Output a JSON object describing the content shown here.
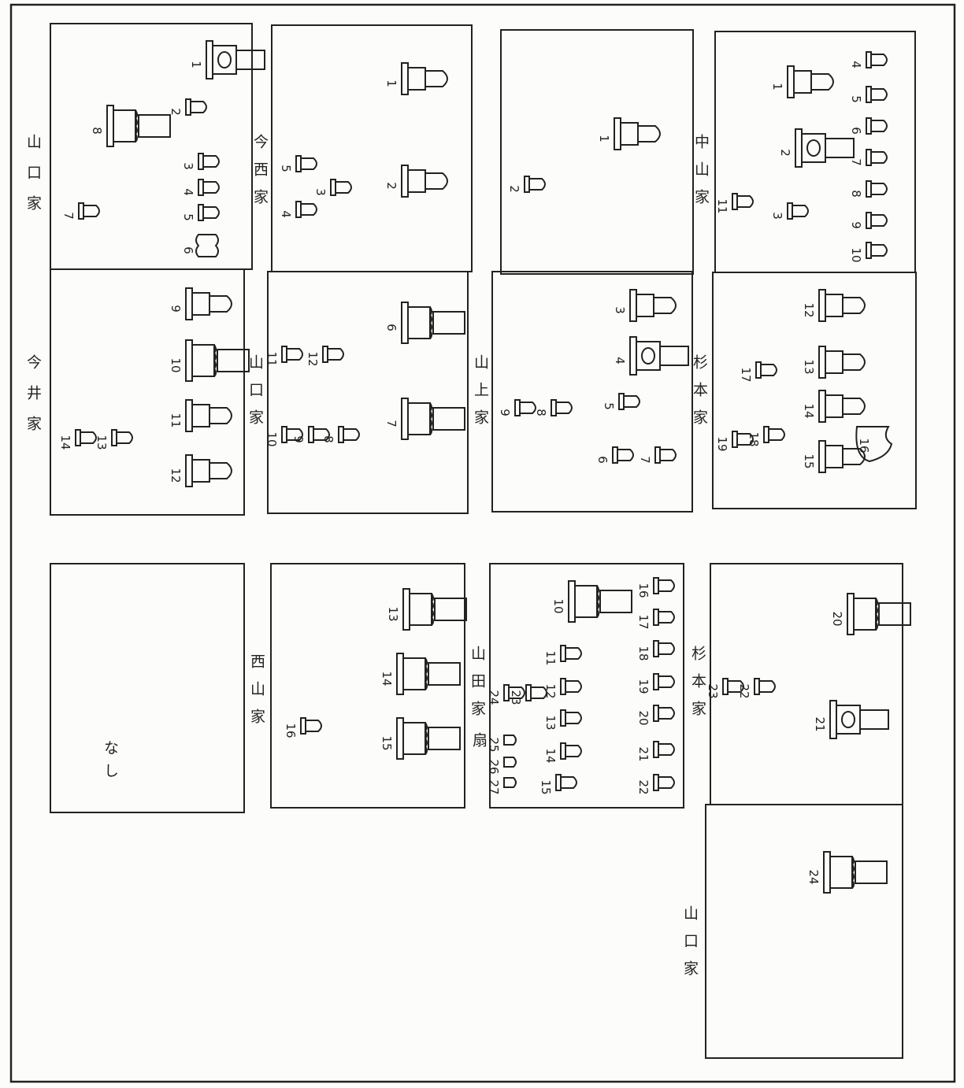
{
  "family_labels": {
    "c1_top": "山口家",
    "c1_bottom": "今井家",
    "c2_top": "今西家",
    "c2_bottom": "山口家",
    "c3_bottom": "山上家",
    "c4_top": "中山家",
    "c4_bottom": "杉本家",
    "c2_lower": "西山家",
    "c3_lower": "山田家",
    "c3_lower_alt": "扇",
    "c4_lower": "杉本家",
    "c4_foot": "山口家"
  },
  "empty_panel_note": "なし",
  "panels": [
    {
      "id": "c1-top",
      "stones": [
        {
          "n": "1",
          "kind": "lantern"
        },
        {
          "n": "2",
          "kind": "small"
        },
        {
          "n": "3",
          "kind": "small"
        },
        {
          "n": "4",
          "kind": "small"
        },
        {
          "n": "5",
          "kind": "small"
        },
        {
          "n": "6",
          "kind": "cloud"
        },
        {
          "n": "7",
          "kind": "small"
        },
        {
          "n": "8",
          "kind": "large"
        }
      ]
    },
    {
      "id": "c1-bottom",
      "stones": [
        {
          "n": "9",
          "kind": "medium"
        },
        {
          "n": "10",
          "kind": "large"
        },
        {
          "n": "11",
          "kind": "medium"
        },
        {
          "n": "12",
          "kind": "medium"
        },
        {
          "n": "13",
          "kind": "small"
        },
        {
          "n": "14",
          "kind": "small"
        }
      ]
    },
    {
      "id": "c2-top",
      "stones": [
        {
          "n": "1",
          "kind": "medium"
        },
        {
          "n": "2",
          "kind": "medium"
        },
        {
          "n": "3",
          "kind": "small"
        },
        {
          "n": "4",
          "kind": "small"
        },
        {
          "n": "5",
          "kind": "small"
        }
      ]
    },
    {
      "id": "c2-bottom",
      "stones": [
        {
          "n": "6",
          "kind": "large"
        },
        {
          "n": "7",
          "kind": "large"
        },
        {
          "n": "8",
          "kind": "small"
        },
        {
          "n": "9",
          "kind": "small"
        },
        {
          "n": "10",
          "kind": "small"
        },
        {
          "n": "11",
          "kind": "small"
        },
        {
          "n": "12",
          "kind": "small"
        }
      ]
    },
    {
      "id": "c3-top",
      "stones": [
        {
          "n": "1",
          "kind": "medium"
        },
        {
          "n": "2",
          "kind": "small"
        }
      ]
    },
    {
      "id": "c3-bottom",
      "stones": [
        {
          "n": "3",
          "kind": "medium"
        },
        {
          "n": "4",
          "kind": "lantern"
        },
        {
          "n": "5",
          "kind": "small"
        },
        {
          "n": "6",
          "kind": "small"
        },
        {
          "n": "7",
          "kind": "small"
        },
        {
          "n": "8",
          "kind": "small"
        },
        {
          "n": "9",
          "kind": "small"
        }
      ]
    },
    {
      "id": "c4-top",
      "stones": [
        {
          "n": "1",
          "kind": "medium"
        },
        {
          "n": "2",
          "kind": "lantern"
        },
        {
          "n": "3",
          "kind": "small"
        },
        {
          "n": "4",
          "kind": "small"
        },
        {
          "n": "5",
          "kind": "small"
        },
        {
          "n": "6",
          "kind": "small"
        },
        {
          "n": "7",
          "kind": "small"
        },
        {
          "n": "8",
          "kind": "small"
        },
        {
          "n": "9",
          "kind": "small"
        },
        {
          "n": "10",
          "kind": "small"
        },
        {
          "n": "11",
          "kind": "small"
        }
      ]
    },
    {
      "id": "c4-bottom",
      "stones": [
        {
          "n": "12",
          "kind": "medium"
        },
        {
          "n": "13",
          "kind": "medium"
        },
        {
          "n": "14",
          "kind": "medium"
        },
        {
          "n": "15",
          "kind": "medium"
        },
        {
          "n": "16",
          "kind": "boulder"
        },
        {
          "n": "17",
          "kind": "small"
        },
        {
          "n": "18",
          "kind": "small"
        },
        {
          "n": "19",
          "kind": "small"
        }
      ]
    },
    {
      "id": "c2-lower",
      "stones": [
        {
          "n": "13",
          "kind": "large"
        },
        {
          "n": "14",
          "kind": "large"
        },
        {
          "n": "15",
          "kind": "large"
        },
        {
          "n": "16",
          "kind": "small"
        }
      ]
    },
    {
      "id": "c3-lower",
      "stones": [
        {
          "n": "10",
          "kind": "large"
        },
        {
          "n": "11",
          "kind": "small"
        },
        {
          "n": "12",
          "kind": "small"
        },
        {
          "n": "13",
          "kind": "small"
        },
        {
          "n": "14",
          "kind": "small"
        },
        {
          "n": "15",
          "kind": "small"
        },
        {
          "n": "16",
          "kind": "small"
        },
        {
          "n": "17",
          "kind": "small"
        },
        {
          "n": "18",
          "kind": "small"
        },
        {
          "n": "19",
          "kind": "small"
        },
        {
          "n": "20",
          "kind": "small"
        },
        {
          "n": "21",
          "kind": "small"
        },
        {
          "n": "22",
          "kind": "small"
        },
        {
          "n": "23",
          "kind": "small"
        },
        {
          "n": "24",
          "kind": "small"
        },
        {
          "n": "25",
          "kind": "tiny"
        },
        {
          "n": "26",
          "kind": "tiny"
        },
        {
          "n": "27",
          "kind": "tiny"
        }
      ]
    },
    {
      "id": "c4-lower",
      "stones": [
        {
          "n": "20",
          "kind": "large"
        },
        {
          "n": "21",
          "kind": "lantern"
        },
        {
          "n": "22",
          "kind": "small"
        },
        {
          "n": "23",
          "kind": "small"
        }
      ]
    },
    {
      "id": "c4-foot",
      "stones": [
        {
          "n": "24",
          "kind": "large"
        }
      ]
    }
  ]
}
